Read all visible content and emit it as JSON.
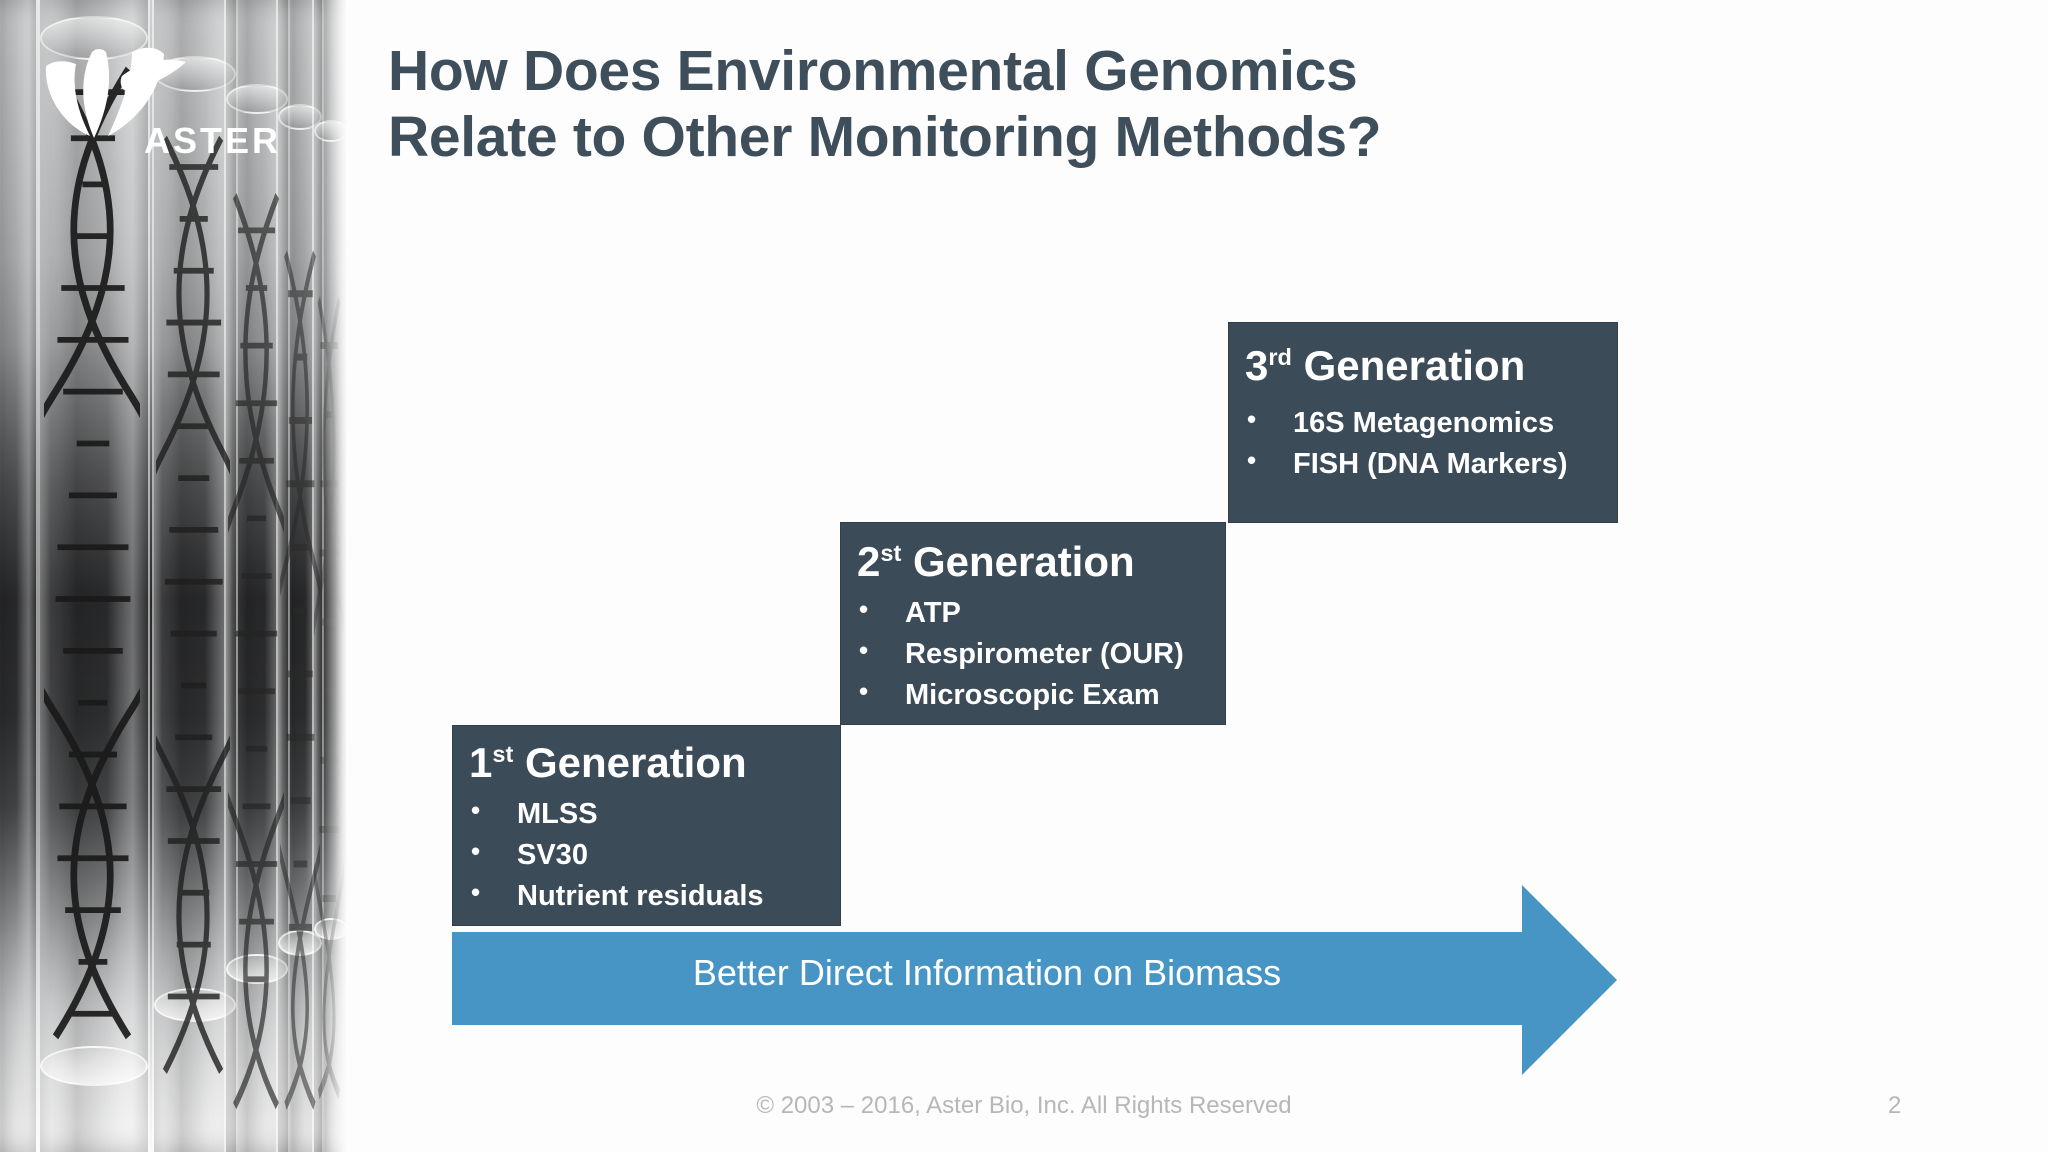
{
  "slide": {
    "title_line1": "How Does Environmental Genomics",
    "title_line2": "Relate to Other Monitoring Methods?",
    "title_color": "#3e4e5a",
    "background_color": "#fdfdfd"
  },
  "logo": {
    "brand_text": "ASTER",
    "mark_name": "aster-petal-mark",
    "color": "#ffffff"
  },
  "photo": {
    "description_name": "dna-helix-test-tubes-photo",
    "style": "grayscale"
  },
  "boxes": [
    {
      "id": "gen-box-3",
      "title_number": "3",
      "title_suffix": "rd",
      "title_word": "Generation",
      "bullets": [
        "16S Metagenomics",
        "FISH (DNA Markers)"
      ],
      "fill_color": "#3c4b58"
    },
    {
      "id": "gen-box-2",
      "title_number": "2",
      "title_suffix": "st",
      "title_word": "Generation",
      "bullets": [
        "ATP",
        "Respirometer (OUR)",
        "Microscopic Exam"
      ],
      "fill_color": "#3c4b58"
    },
    {
      "id": "gen-box-1",
      "title_number": "1",
      "title_suffix": "st",
      "title_word": "Generation",
      "bullets": [
        "MLSS",
        "SV30",
        "Nutrient residuals"
      ],
      "fill_color": "#3c4b58"
    }
  ],
  "arrow": {
    "label": "Better Direct Information on Biomass",
    "fill_color": "#4795c4",
    "direction": "right"
  },
  "footer": {
    "copyright": "© 2003 – 2016, Aster Bio, Inc. All Rights Reserved",
    "page_number": "2",
    "color": "#b6b6bb"
  }
}
